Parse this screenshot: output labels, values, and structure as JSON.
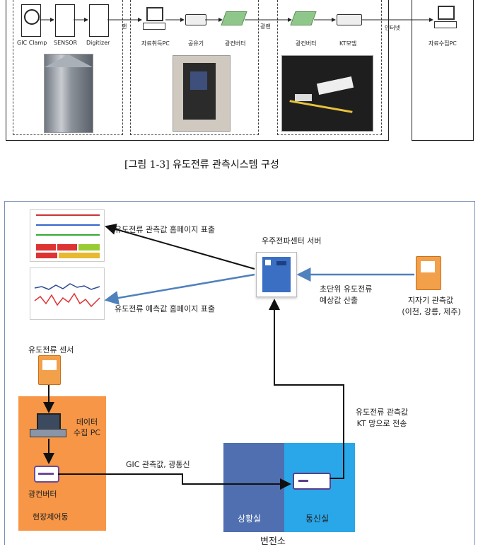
{
  "top": {
    "sensor_labels": [
      "GIC Clamp",
      "SENSOR",
      "Digitizer"
    ],
    "line_label_1": "랜",
    "middle_labels": [
      "자료취득PC",
      "공유기",
      "광컨버터"
    ],
    "line_label_2": "광랜",
    "right_labels": [
      "광컨버터",
      "KT모뎀"
    ],
    "line_label_3": "인터넷",
    "far_label": "자료수집PC",
    "caption": "[그림 1-3] 유도전류 관측시스템 구성"
  },
  "bottom": {
    "label_homepage_obs": "유도전류 관측값 홈페이지 표출",
    "label_homepage_pred": "유도전류 예측값 홈페이지 표출",
    "server_label": "우주전파센터 서버",
    "label_estimate_line1": "초단위 유도전류",
    "label_estimate_line2": "예상값 산출",
    "geomag_line1": "지자기 관측값",
    "geomag_line2": "(이천, 강릉, 제주)",
    "gic_sensor_label": "유도전류 센서",
    "data_pc_line1": "데이터",
    "data_pc_line2": "수집 PC",
    "converter_label": "광컨버터",
    "control_building": "현장제어동",
    "gic_fiber_label": "GIC 관측값, 광통신",
    "kt_line1": "유도전류 관측값",
    "kt_line2": "KT 망으로 전송",
    "room_left": "상황실",
    "room_right": "통신실",
    "substation": "변전소"
  },
  "colors": {
    "arrow_blue": "#4f81bd",
    "orange_panel": "#f79646",
    "room_dark": "#4f6fb0",
    "room_light": "#2aa7e8",
    "icon_orange": "#f08a2a"
  }
}
